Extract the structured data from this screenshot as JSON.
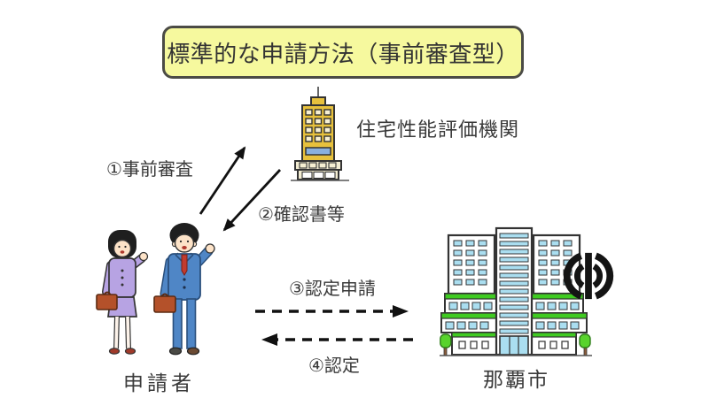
{
  "title": "標準的な申請方法（事前審査型）",
  "nodes": {
    "evaluation_org": {
      "label": "住宅性能評価機関",
      "icon": "office-tower-building-icon"
    },
    "applicant": {
      "label": "申請者",
      "icon": "two-business-people-icon"
    },
    "city": {
      "label": "那覇市",
      "icon": "city-hall-building-icon",
      "emblem": "naha-city-emblem-icon"
    }
  },
  "arrows": [
    {
      "label": "①事前審査",
      "style": "solid",
      "from": "申請者",
      "to": "住宅性能評価機関"
    },
    {
      "label": "②確認書等",
      "style": "solid",
      "from": "住宅性能評価機関",
      "to": "申請者"
    },
    {
      "label": "③認定申請",
      "style": "dashed",
      "from": "申請者",
      "to": "那覇市"
    },
    {
      "label": "④認定",
      "style": "dashed",
      "from": "那覇市",
      "to": "申請者"
    }
  ],
  "colors": {
    "title_bg": "#f6f99e",
    "title_border": "#4b4b45",
    "outline": "#333333",
    "arrow_black": "#111111",
    "building_yellow": "#e7c13d",
    "window_cream": "#f6efd2",
    "podium_beige": "#f2ecd1",
    "band_blue": "#8ab0dd",
    "suit_blue": "#4f86c6",
    "suit_blue_dark": "#2a4f7c",
    "suit_purple": "#b7a3e3",
    "tie_red": "#c23b2e",
    "briefcase_brown": "#b4512a",
    "briefcase_dark": "#5b2a12",
    "skin": "#fde3c8",
    "hair_black": "#1f1f1f",
    "window_cyan": "#aadef0",
    "green": "#3fcb21",
    "tree_green": "#58d32c",
    "emblem_black": "#141414"
  }
}
